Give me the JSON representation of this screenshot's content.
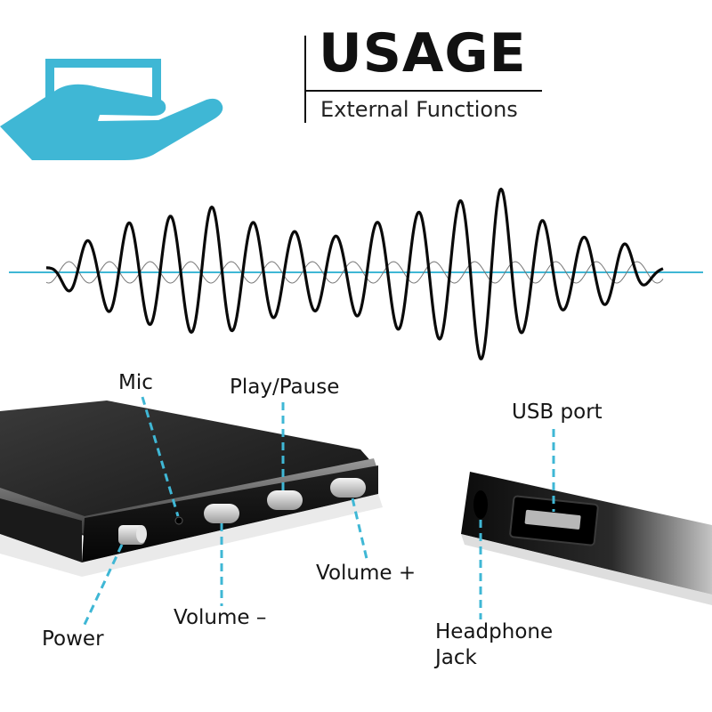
{
  "header": {
    "title": "USAGE",
    "subtitle": "External Functions",
    "icon": "hand-holding-device-icon"
  },
  "colors": {
    "accent": "#3fb7d5",
    "text": "#111111",
    "device": "#1a1a1a"
  },
  "callouts": [
    {
      "key": "mic",
      "label": "Mic"
    },
    {
      "key": "play_pause",
      "label": "Play/Pause"
    },
    {
      "key": "usb_port",
      "label": "USB port"
    },
    {
      "key": "volume_plus",
      "label": "Volume +"
    },
    {
      "key": "volume_minus",
      "label": "Volume –"
    },
    {
      "key": "power",
      "label": "Power"
    },
    {
      "key": "headphone_jack",
      "label": "Headphone\nJack"
    }
  ]
}
